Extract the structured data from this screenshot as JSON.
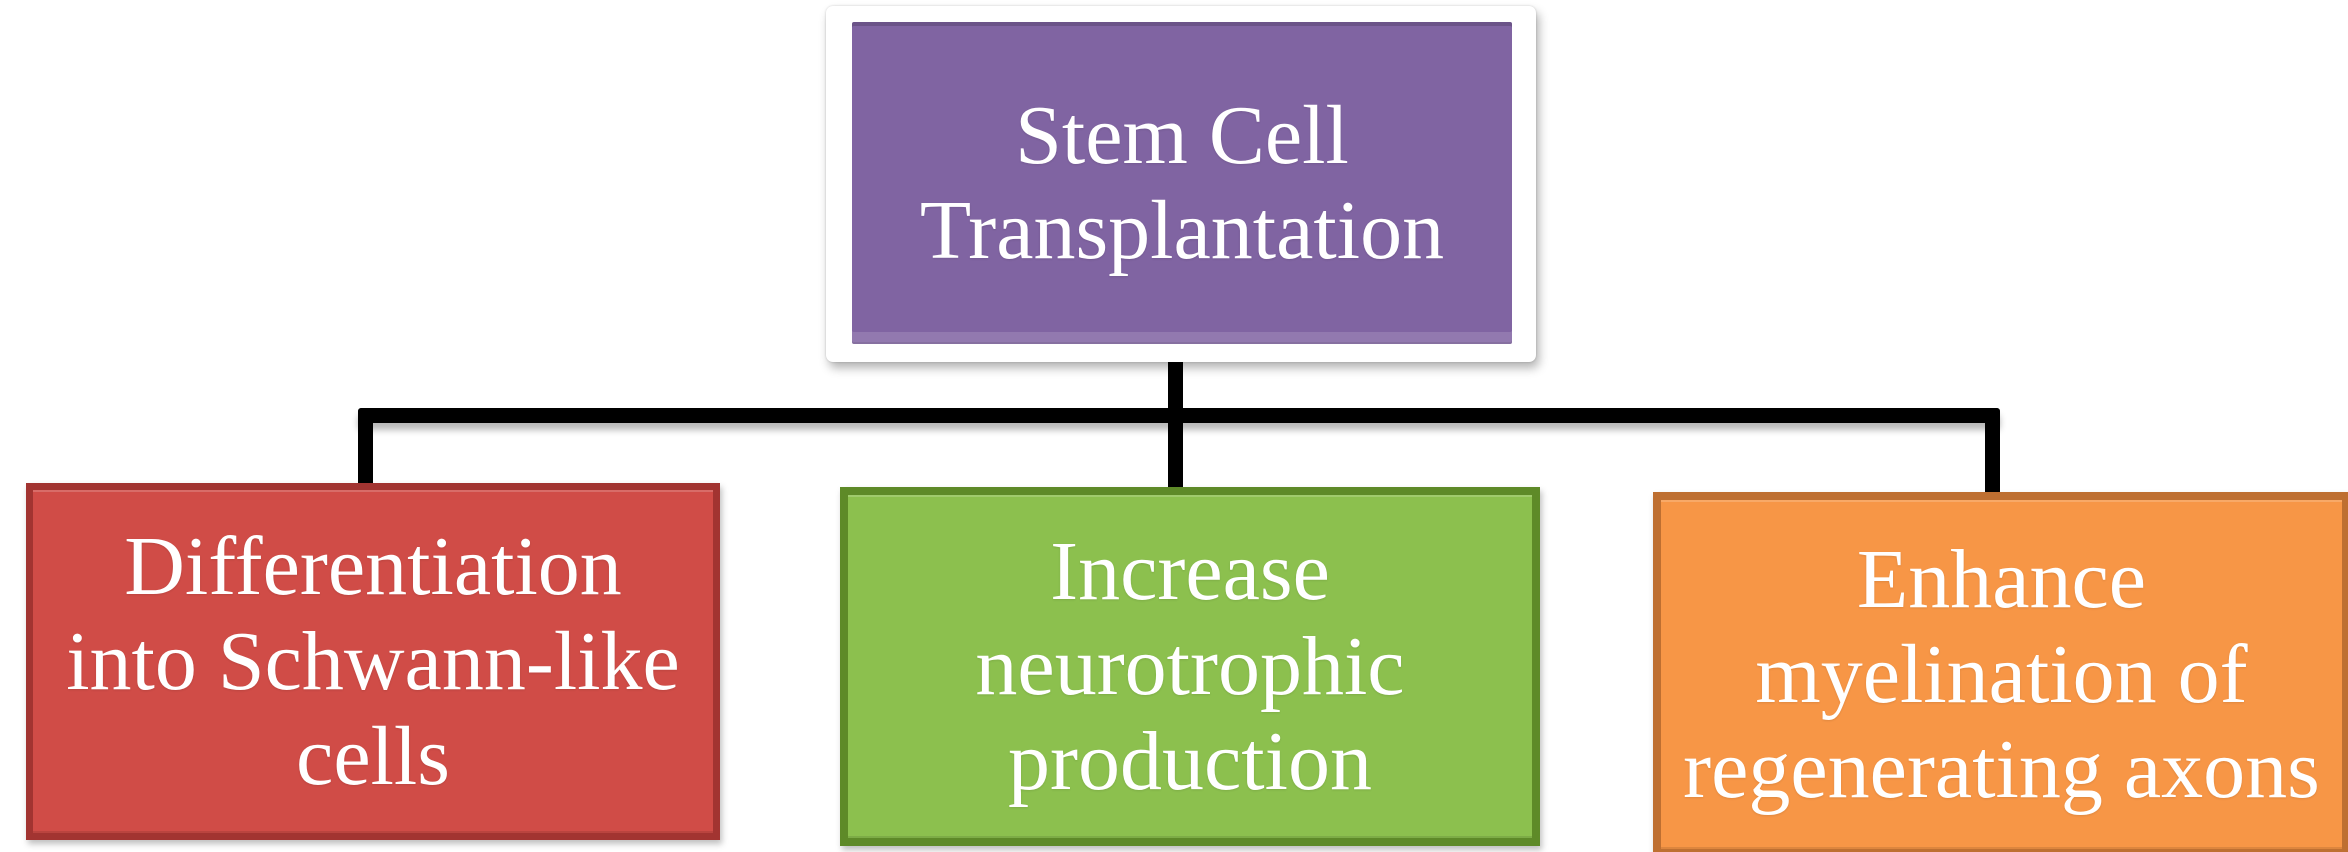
{
  "diagram": {
    "background": "#FFFFFF",
    "connector_color": "#000000",
    "text_color": "#FFFFFF",
    "root": {
      "label": "Stem Cell\nTransplantation",
      "fill": "#8064A2",
      "frame_color": "#FFFFFF"
    },
    "children": [
      {
        "label": "Differentiation\ninto Schwann-like\ncells",
        "fill": "#D04C47",
        "border": "#A23431"
      },
      {
        "label": "Increase\nneurotrophic\nproduction",
        "fill": "#8CC04E",
        "border": "#5E8A28"
      },
      {
        "label": "Enhance\nmyelination of\nregenerating axons",
        "fill": "#F79646",
        "border": "#BE6F31"
      }
    ]
  }
}
